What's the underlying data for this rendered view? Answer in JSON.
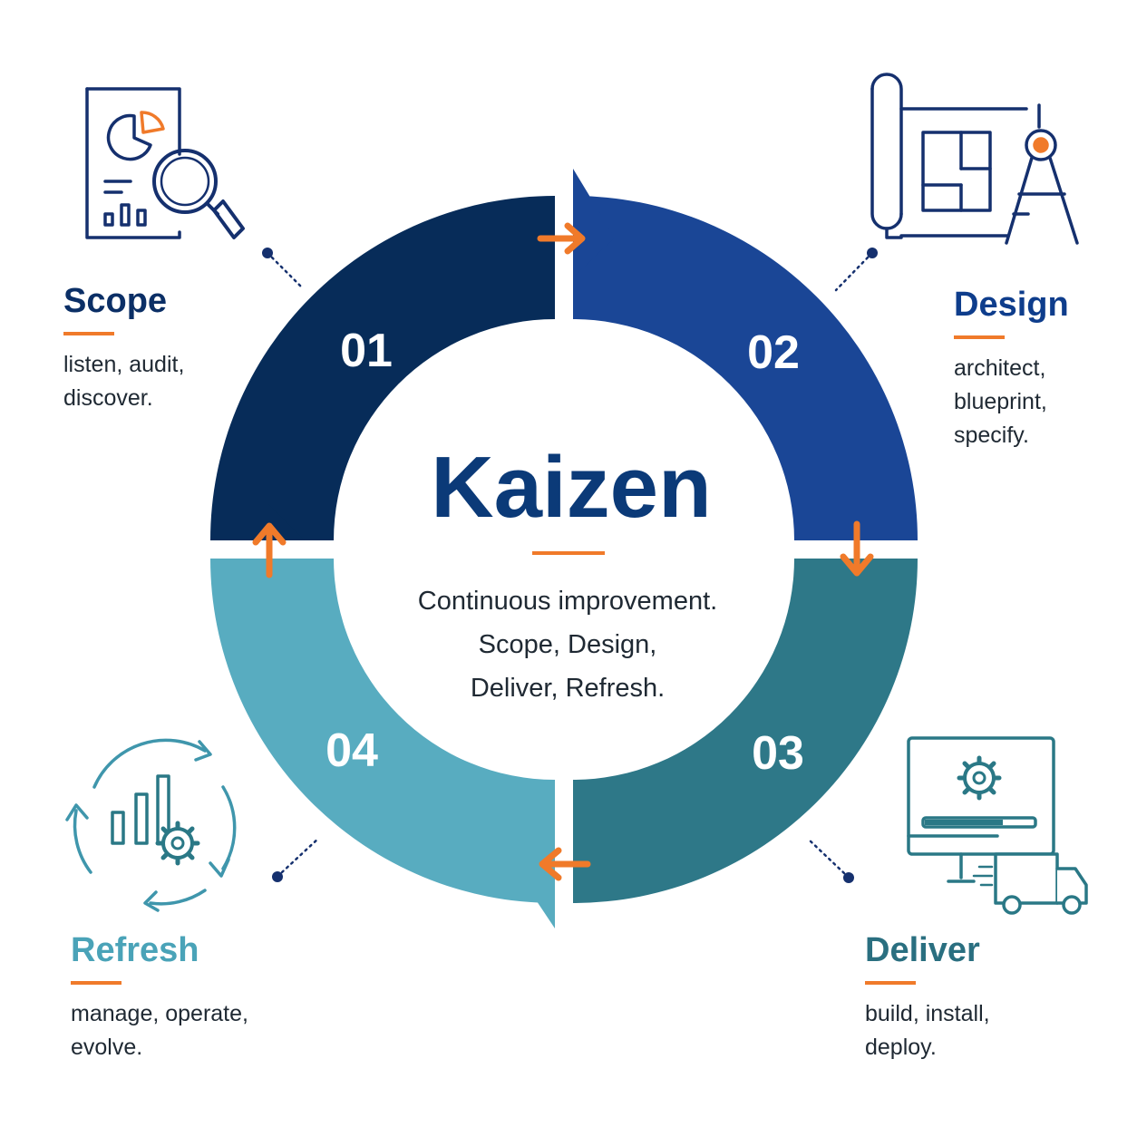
{
  "center": {
    "title": "Kaizen",
    "subtitle_lines": [
      "Continuous improvement.",
      "Scope, Design,",
      "Deliver, Refresh."
    ]
  },
  "phases": [
    {
      "number": "01",
      "title": "Scope",
      "description": "listen, audit, discover.",
      "color": "#072c59",
      "icon": "report-magnifier-icon"
    },
    {
      "number": "02",
      "title": "Design",
      "description": "architect, blueprint, specify.",
      "color": "#1a4696",
      "icon": "blueprint-compass-icon"
    },
    {
      "number": "03",
      "title": "Deliver",
      "description": "build, install, deploy.",
      "color": "#2e7888",
      "icon": "monitor-truck-icon"
    },
    {
      "number": "04",
      "title": "Refresh",
      "description": "manage, operate, evolve.",
      "color": "#58acc0",
      "icon": "cycle-chart-gear-icon"
    }
  ],
  "colors": {
    "accent": "#f07a2a",
    "title_blue": "#0b3a78",
    "scope_title": "#0b2f66",
    "design_title": "#0e3d8c",
    "deliver_title": "#2a6f80",
    "refresh_title": "#4aa3b8",
    "icon_navy": "#15306e",
    "icon_teal": "#2a7886",
    "icon_light_teal": "#3f96ac"
  }
}
